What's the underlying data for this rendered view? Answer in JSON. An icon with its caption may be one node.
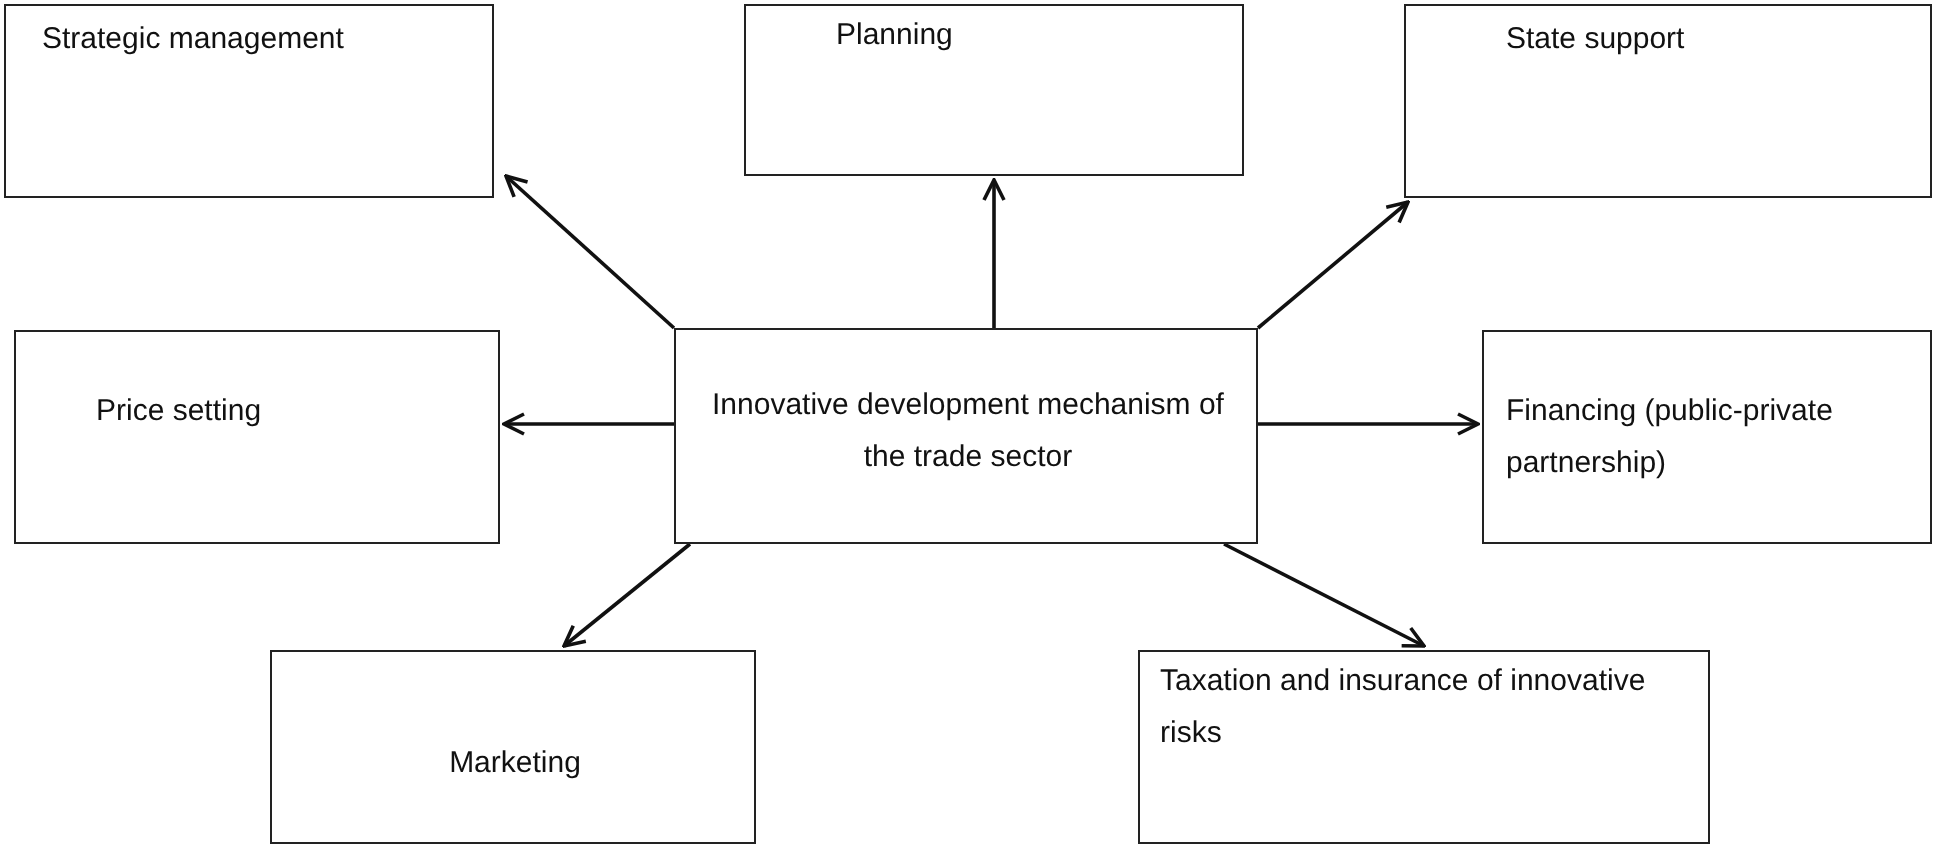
{
  "diagram": {
    "nodes": [
      {
        "text": [
          "Innovative development mechanism of the trade sector"
        ]
      },
      {
        "text": [
          "Strategic management"
        ]
      },
      {
        "text": [
          "Planning"
        ]
      },
      {
        "text": [
          "State support"
        ]
      },
      {
        "text": [
          "Price setting"
        ]
      },
      {
        "text": [
          "Financing (public-private partnership)"
        ]
      },
      {
        "text": [
          "Marketing"
        ]
      },
      {
        "text": [
          "Taxation and insurance of innovative risks"
        ]
      }
    ],
    "edges": [
      {
        "from": 0,
        "to": 1,
        "arrow": "to"
      },
      {
        "from": 0,
        "to": 2,
        "arrow": "to"
      },
      {
        "from": 0,
        "to": 3,
        "arrow": "to"
      },
      {
        "from": 0,
        "to": 4,
        "arrow": "to"
      },
      {
        "from": 0,
        "to": 5,
        "arrow": "to"
      },
      {
        "from": 0,
        "to": 6,
        "arrow": "to"
      },
      {
        "from": 0,
        "to": 7,
        "arrow": "to"
      }
    ]
  }
}
